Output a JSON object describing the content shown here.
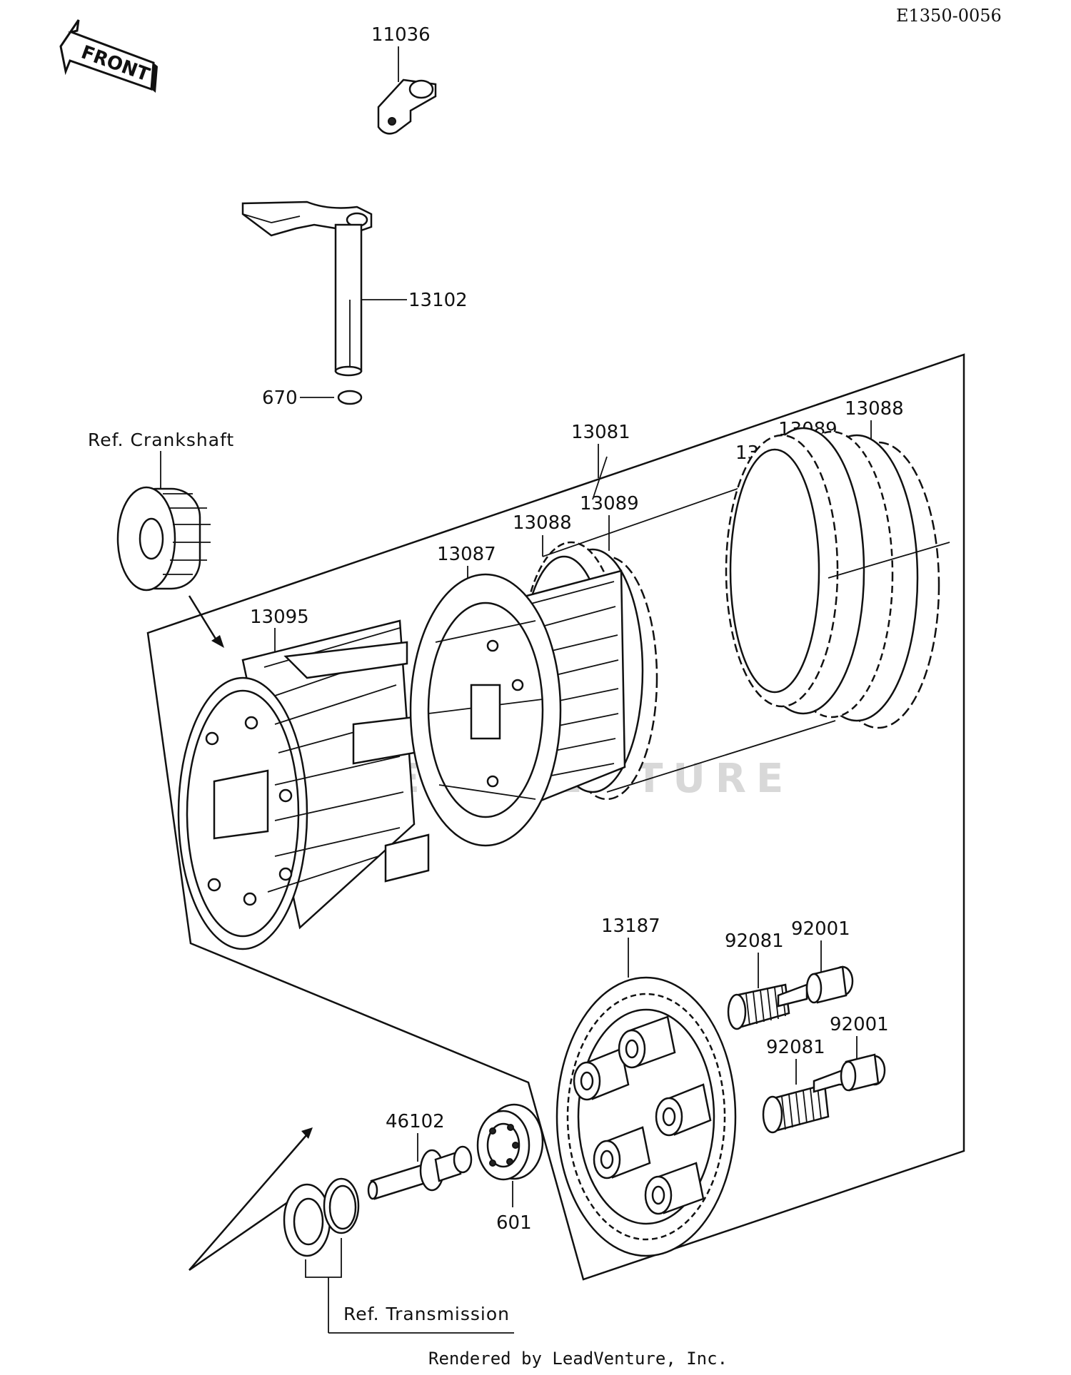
{
  "diagram": {
    "code": "E1350-0056",
    "front_label": "FRONT",
    "watermark": "LEADVENTURE",
    "footer": "Rendered by LeadVenture, Inc.",
    "refs": {
      "crankshaft": "Ref. Crankshaft",
      "transmission": "Ref.  Transmission"
    },
    "parts": [
      {
        "id": "p11036",
        "number": "11036"
      },
      {
        "id": "p13102",
        "number": "13102"
      },
      {
        "id": "p670",
        "number": "670"
      },
      {
        "id": "p13081",
        "number": "13081"
      },
      {
        "id": "p13088a",
        "number": "13088"
      },
      {
        "id": "p13089a",
        "number": "13089"
      },
      {
        "id": "p13088b",
        "number": "13088"
      },
      {
        "id": "p13089b",
        "number": "13089"
      },
      {
        "id": "p13088c",
        "number": "13088"
      },
      {
        "id": "p13087",
        "number": "13087"
      },
      {
        "id": "p13095",
        "number": "13095"
      },
      {
        "id": "p13187",
        "number": "13187"
      },
      {
        "id": "p92081a",
        "number": "92081"
      },
      {
        "id": "p92001a",
        "number": "92001"
      },
      {
        "id": "p92081b",
        "number": "92081"
      },
      {
        "id": "p92001b",
        "number": "92001"
      },
      {
        "id": "p46102",
        "number": "46102"
      },
      {
        "id": "p601",
        "number": "601"
      }
    ]
  }
}
